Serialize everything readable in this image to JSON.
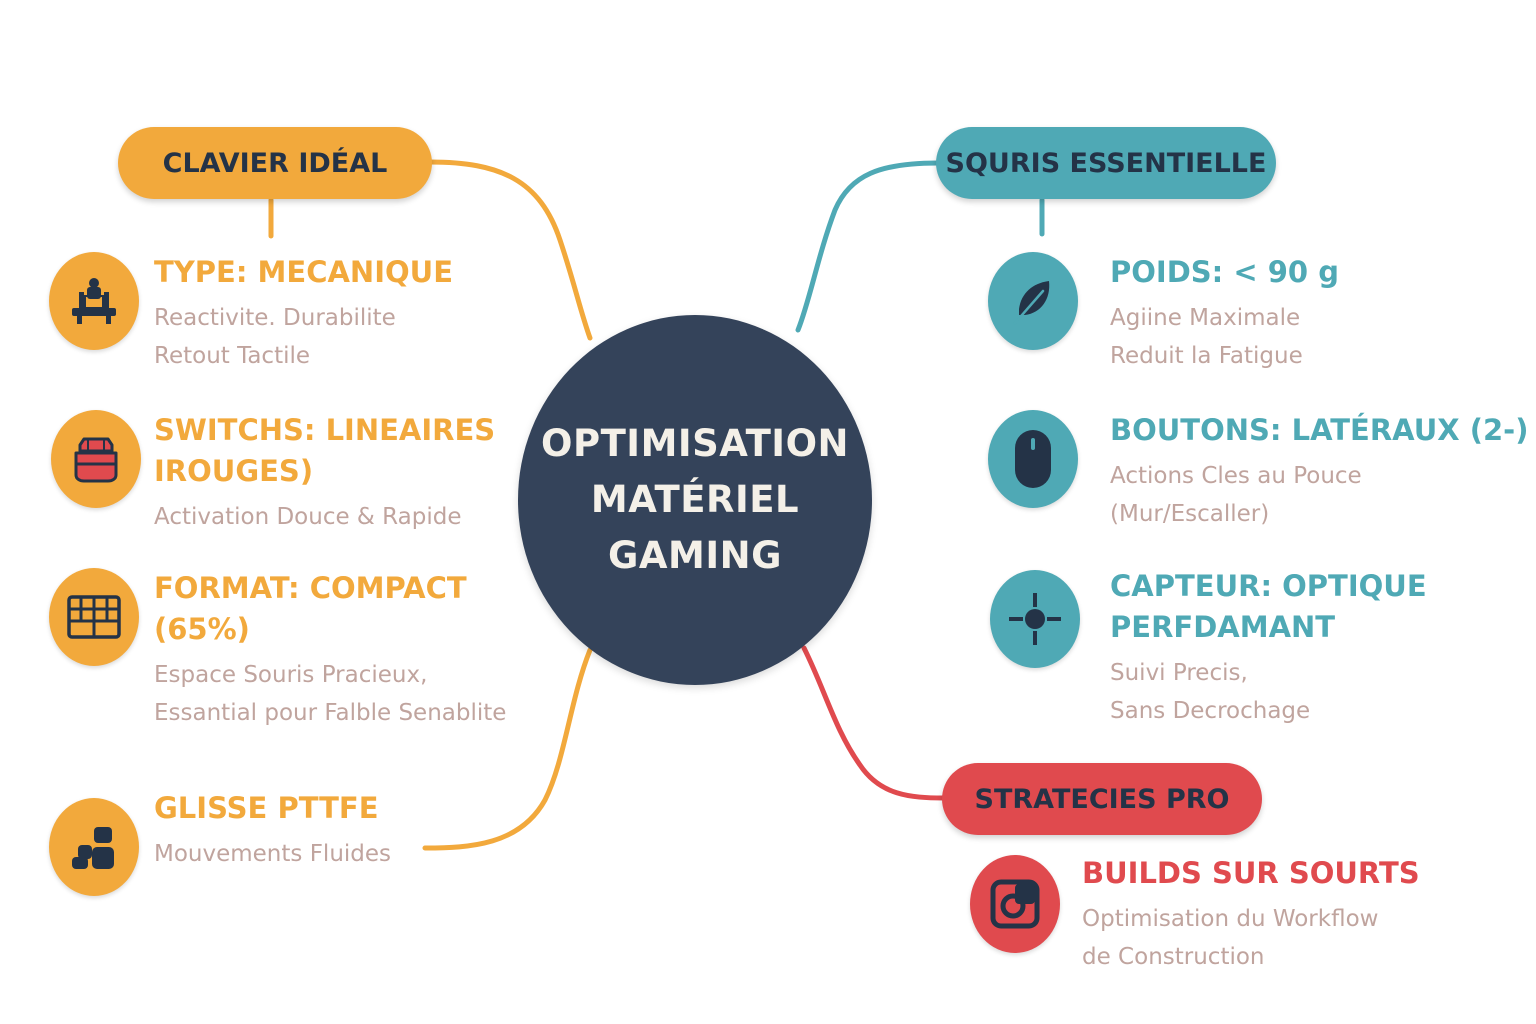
{
  "center": {
    "title": "OPTIMISATION\nMATÉRIEL\nGAMING"
  },
  "colors": {
    "orange": "#f2a93c",
    "teal": "#4fa9b5",
    "red": "#e04a4e",
    "navy": "#34435a",
    "desc": "#c0a49e"
  },
  "branches": {
    "keyboard": {
      "label": "CLAVIER IDÉAL",
      "items": [
        {
          "icon": "keyboard-user-icon",
          "title": "TYPE: MECANIQUE",
          "desc": "Reactivite. Durabilite\nRetout Tactile"
        },
        {
          "icon": "red-switch-icon",
          "title": "SWITCHS: LINEAIRES\nIROUGES)",
          "desc": "Activation Douce & Rapide"
        },
        {
          "icon": "compact-keyboard-grid-icon",
          "title": "FORMAT: COMPACT\n(65%)",
          "desc": "Espace Souris Pracieux,\nEssantial pour Falble Senablite"
        },
        {
          "icon": "ptfe-feet-icon",
          "title": "GLISSE PTTFE",
          "desc": "Mouvements Fluides"
        }
      ]
    },
    "mouse": {
      "label": "SQURIS ESSENTIELLE",
      "items": [
        {
          "icon": "feather-icon",
          "title": "POIDS: < 90 g",
          "desc": "Agiine Maximale\nReduit la Fatigue"
        },
        {
          "icon": "mouse-icon",
          "title": "BOUTONS: LATÉRAUX (2-)",
          "desc": "Actions Cles au Pouce\n(Mur/Escaller)"
        },
        {
          "icon": "crosshair-icon",
          "title": "CAPTEUR: OPTIQUE\nPERFDAMANT",
          "desc": "Suivi Precis,\nSans Decrochage"
        }
      ]
    },
    "strategy": {
      "label": "STRATECIES PRO",
      "items": [
        {
          "icon": "build-target-icon",
          "title": "BUILDS SUR SOURTS",
          "desc": "Optimisation du Workflow\nde Construction"
        }
      ]
    }
  }
}
